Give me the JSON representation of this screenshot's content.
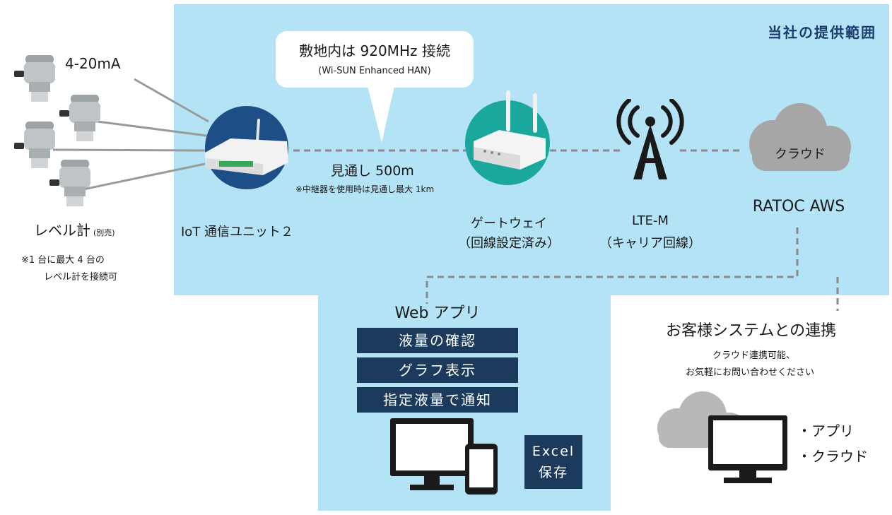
{
  "scope_label": "当社の提供範囲",
  "bubble": {
    "line1": "敷地内は 920MHz 接続",
    "line2": "(Wi-SUN Enhanced HAN)"
  },
  "signal": {
    "label": "4-20mA"
  },
  "sensor": {
    "label": "レベル計",
    "note": "(別売)",
    "connect_note_1": "※1 台に最大 4 台の",
    "connect_note_2": "レベル計を接続可"
  },
  "iot_unit": {
    "label": "IoT 通信ユニット２"
  },
  "link": {
    "label": "見通し 500m",
    "note": "※中継器を使用時は見通し最大 1km"
  },
  "gateway": {
    "label": "ゲートウェイ",
    "sub": "（回線設定済み）"
  },
  "lte": {
    "label": "LTE-M",
    "sub": "（キャリア回線）"
  },
  "cloud": {
    "label": "クラウド",
    "service": "RATOC AWS"
  },
  "web_app": {
    "title": "Web アプリ",
    "features": [
      "液量の確認",
      "グラフ表示",
      "指定液量で通知"
    ],
    "excel_line1": "Excel",
    "excel_line2": "保存"
  },
  "customer": {
    "title": "お客様システムとの連携",
    "desc1": "クラウド連携可能、",
    "desc2": "お気軽にお問い合わせください",
    "items": [
      "・アプリ",
      "・クラウド"
    ]
  },
  "colors": {
    "scope_bg": "#b3e3f5",
    "navy": "#1b3a5c",
    "iot_circle": "#1d4f86",
    "gateway_circle": "#1aa79c"
  }
}
